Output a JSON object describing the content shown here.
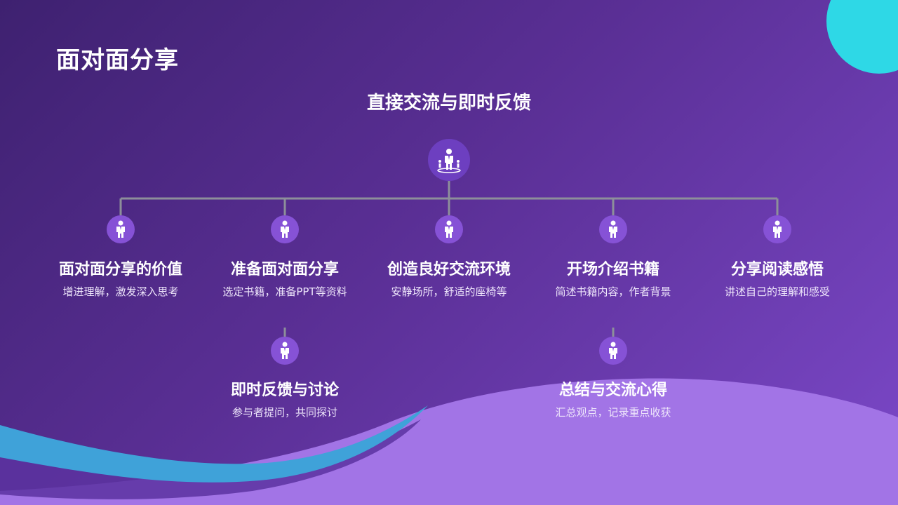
{
  "page": {
    "title": "面对面分享",
    "subtitle": "直接交流与即时反馈"
  },
  "colors": {
    "background_start": "#3e2170",
    "background_end": "#7b48c8",
    "accent_cyan": "#2ed8e6",
    "wave_light_purple": "#a274e6",
    "wave_blue": "#3fa2d9",
    "connector_line": "#8d8f9a",
    "node_fill": "#8652d6"
  },
  "root": {
    "icon": "people-network-icon"
  },
  "items": [
    {
      "title": "面对面分享的价值",
      "desc": "增进理解，激发深入思考",
      "icon": "person-icon"
    },
    {
      "title": "准备面对面分享",
      "desc": "选定书籍，准备PPT等资料",
      "icon": "person-icon"
    },
    {
      "title": "创造良好交流环境",
      "desc": "安静场所，舒适的座椅等",
      "icon": "person-icon"
    },
    {
      "title": "开场介绍书籍",
      "desc": "简述书籍内容，作者背景",
      "icon": "person-icon"
    },
    {
      "title": "分享阅读感悟",
      "desc": "讲述自己的理解和感受",
      "icon": "person-icon"
    },
    {
      "title": "即时反馈与讨论",
      "desc": "参与者提问，共同探讨",
      "icon": "person-icon"
    },
    {
      "title": "总结与交流心得",
      "desc": "汇总观点，记录重点收获",
      "icon": "person-icon"
    }
  ]
}
